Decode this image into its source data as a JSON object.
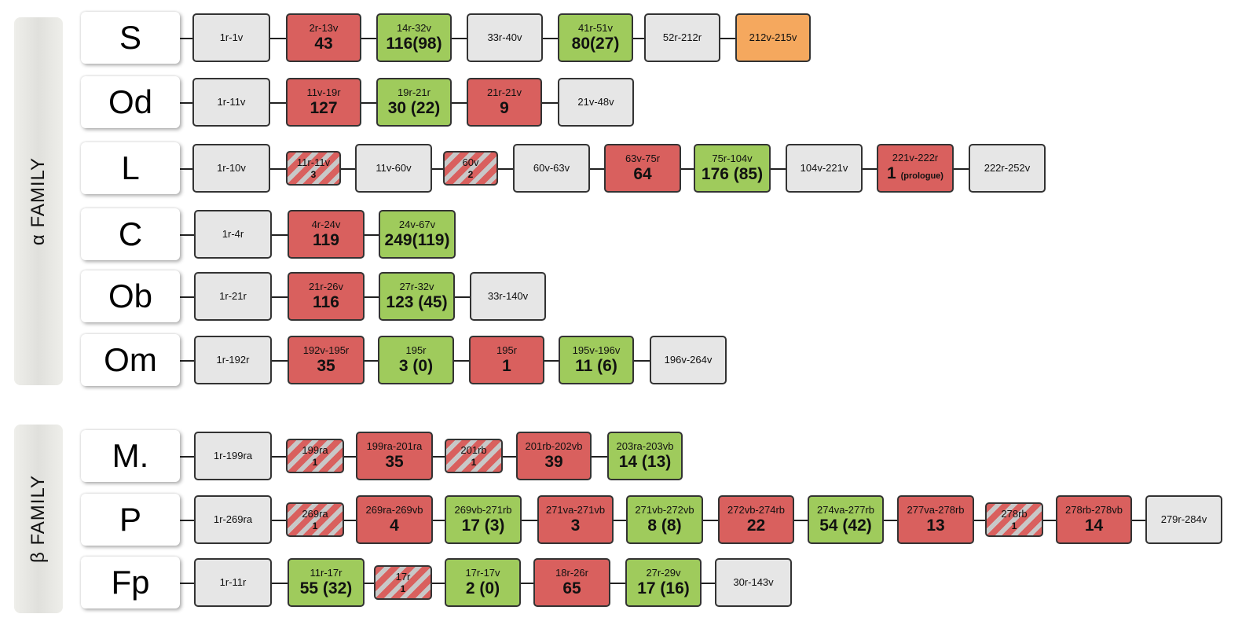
{
  "families": [
    {
      "label": "α FAMILY"
    },
    {
      "label": "β FAMILY"
    }
  ],
  "colors": {
    "gray": "#e6e6e6",
    "red": "#d9605e",
    "green": "#9fcb5c",
    "orange": "#f5a85e",
    "stripe_gray": "#c8c8c8"
  },
  "rows": [
    {
      "label": "S",
      "boxes": [
        {
          "range": "1r-1v",
          "count": "",
          "type": "gray"
        },
        {
          "range": "2r-13v",
          "count": "43",
          "type": "red"
        },
        {
          "range": "14r-32v",
          "count": "116(98)",
          "type": "green"
        },
        {
          "range": "33r-40v",
          "count": "",
          "type": "gray"
        },
        {
          "range": "41r-51v",
          "count": "80(27)",
          "type": "green"
        },
        {
          "range": "52r-212r",
          "count": "",
          "type": "gray"
        },
        {
          "range": "212v-215v",
          "count": "",
          "type": "orange"
        }
      ]
    },
    {
      "label": "Od",
      "boxes": [
        {
          "range": "1r-11v",
          "count": "",
          "type": "gray"
        },
        {
          "range": "11v-19r",
          "count": "127",
          "type": "red"
        },
        {
          "range": "19r-21r",
          "count": "30 (22)",
          "type": "green"
        },
        {
          "range": "21r-21v",
          "count": "9",
          "type": "red"
        },
        {
          "range": "21v-48v",
          "count": "",
          "type": "gray"
        }
      ]
    },
    {
      "label": "L",
      "boxes": [
        {
          "range": "1r-10v",
          "count": "",
          "type": "gray"
        },
        {
          "range": "11r-11v",
          "count": "3",
          "type": "stripe"
        },
        {
          "range": "11v-60v",
          "count": "",
          "type": "gray"
        },
        {
          "range": "60v",
          "count": "2",
          "type": "stripe"
        },
        {
          "range": "60v-63v",
          "count": "",
          "type": "gray"
        },
        {
          "range": "63v-75r",
          "count": "64",
          "type": "red"
        },
        {
          "range": "75r-104v",
          "count": "176 (85)",
          "type": "green"
        },
        {
          "range": "104v-221v",
          "count": "",
          "type": "gray"
        },
        {
          "range": "221v-222r",
          "count": "1",
          "note": "(prologue)",
          "type": "red"
        },
        {
          "range": "222r-252v",
          "count": "",
          "type": "gray"
        }
      ]
    },
    {
      "label": "C",
      "boxes": [
        {
          "range": "1r-4r",
          "count": "",
          "type": "gray"
        },
        {
          "range": "4r-24v",
          "count": "119",
          "type": "red"
        },
        {
          "range": "24v-67v",
          "count": "249(119)",
          "type": "green"
        }
      ]
    },
    {
      "label": "Ob",
      "boxes": [
        {
          "range": "1r-21r",
          "count": "",
          "type": "gray"
        },
        {
          "range": "21r-26v",
          "count": "116",
          "type": "red"
        },
        {
          "range": "27r-32v",
          "count": "123 (45)",
          "type": "green"
        },
        {
          "range": "33r-140v",
          "count": "",
          "type": "gray"
        }
      ]
    },
    {
      "label": "Om",
      "boxes": [
        {
          "range": "1r-192r",
          "count": "",
          "type": "gray"
        },
        {
          "range": "192v-195r",
          "count": "35",
          "type": "red"
        },
        {
          "range": "195r",
          "count": "3 (0)",
          "type": "green"
        },
        {
          "range": "195r",
          "count": "1",
          "type": "red"
        },
        {
          "range": "195v-196v",
          "count": "11 (6)",
          "type": "green"
        },
        {
          "range": "196v-264v",
          "count": "",
          "type": "gray"
        }
      ]
    },
    {
      "label": "M.",
      "boxes": [
        {
          "range": "1r-199ra",
          "count": "",
          "type": "gray"
        },
        {
          "range": "199ra",
          "count": "1",
          "type": "stripe"
        },
        {
          "range": "199ra-201ra",
          "count": "35",
          "type": "red"
        },
        {
          "range": "201rb",
          "count": "1",
          "type": "stripe"
        },
        {
          "range": "201rb-202vb",
          "count": "39",
          "type": "red"
        },
        {
          "range": "203ra-203vb",
          "count": "14 (13)",
          "type": "green"
        }
      ]
    },
    {
      "label": "P",
      "boxes": [
        {
          "range": "1r-269ra",
          "count": "",
          "type": "gray"
        },
        {
          "range": "269ra",
          "count": "1",
          "type": "stripe"
        },
        {
          "range": "269ra-269vb",
          "count": "4",
          "type": "red"
        },
        {
          "range": "269vb-271rb",
          "count": "17 (3)",
          "type": "green"
        },
        {
          "range": "271va-271vb",
          "count": "3",
          "type": "red"
        },
        {
          "range": "271vb-272vb",
          "count": "8 (8)",
          "type": "green"
        },
        {
          "range": "272vb-274rb",
          "count": "22",
          "type": "red"
        },
        {
          "range": "274va-277rb",
          "count": "54 (42)",
          "type": "green"
        },
        {
          "range": "277va-278rb",
          "count": "13",
          "type": "red"
        },
        {
          "range": "278rb",
          "count": "1",
          "type": "stripe"
        },
        {
          "range": "278rb-278vb",
          "count": "14",
          "type": "red"
        },
        {
          "range": "279r-284v",
          "count": "",
          "type": "gray"
        }
      ]
    },
    {
      "label": "Fp",
      "boxes": [
        {
          "range": "1r-11r",
          "count": "",
          "type": "gray"
        },
        {
          "range": "11r-17r",
          "count": "55 (32)",
          "type": "green"
        },
        {
          "range": "17r",
          "count": "1",
          "type": "stripe"
        },
        {
          "range": "17r-17v",
          "count": "2 (0)",
          "type": "green"
        },
        {
          "range": "18r-26r",
          "count": "65",
          "type": "red"
        },
        {
          "range": "27r-29v",
          "count": "17 (16)",
          "type": "green"
        },
        {
          "range": "30r-143v",
          "count": "",
          "type": "gray"
        }
      ]
    }
  ]
}
